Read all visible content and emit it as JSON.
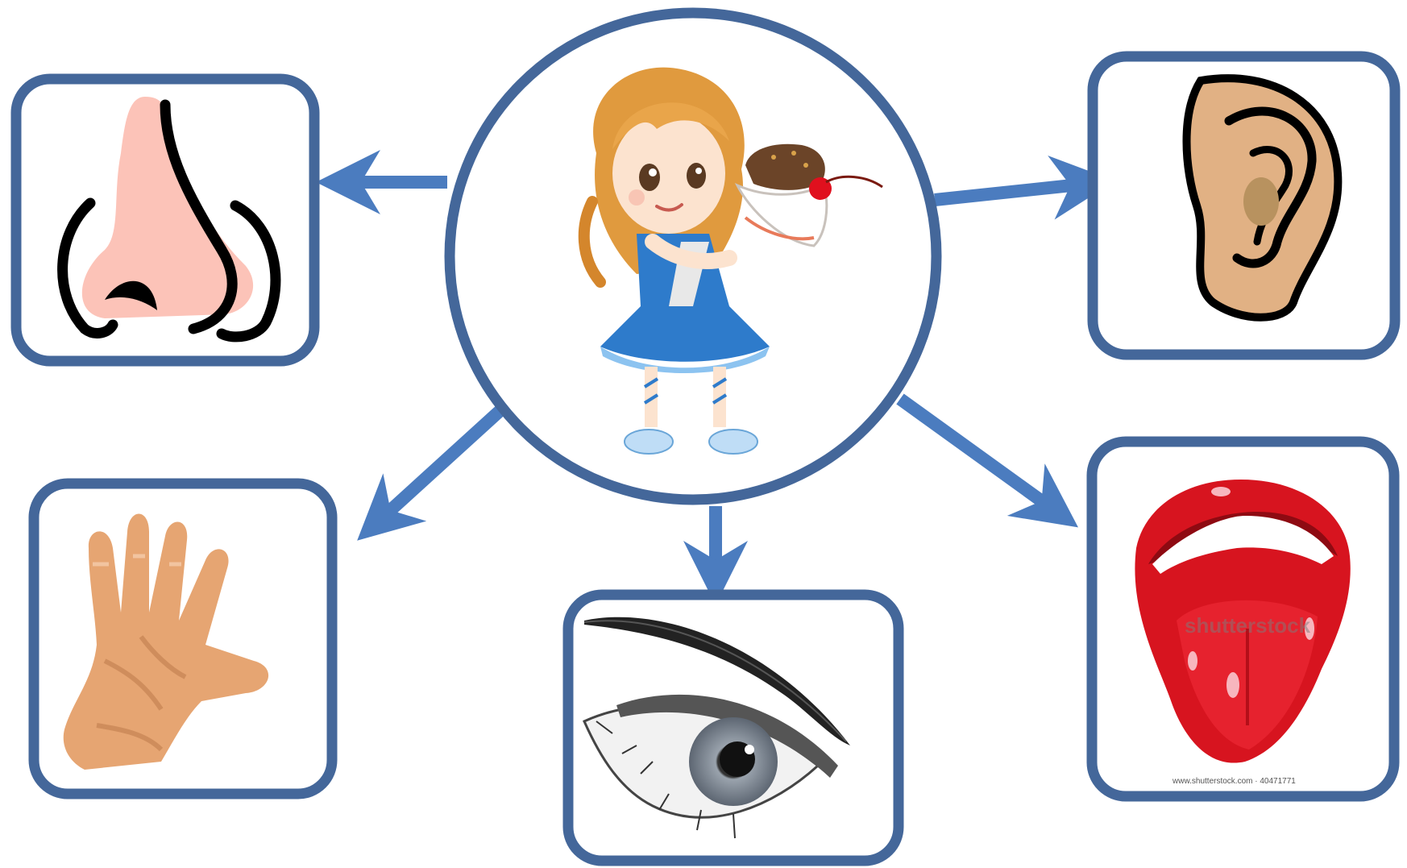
{
  "diagram": {
    "type": "five-senses-mind-map",
    "frame_color": "#44679A",
    "arrow_color": "#4B7CBF",
    "center": {
      "icon": "girl-with-ice-cream-icon"
    },
    "senses": [
      {
        "id": "smell",
        "icon": "nose-icon"
      },
      {
        "id": "hearing",
        "icon": "ear-icon"
      },
      {
        "id": "touch",
        "icon": "hand-icon"
      },
      {
        "id": "sight",
        "icon": "eye-icon"
      },
      {
        "id": "taste",
        "icon": "tongue-icon"
      }
    ],
    "watermark": {
      "text": "shutterstock",
      "caption": "www.shutterstock.com · 40471771"
    }
  }
}
